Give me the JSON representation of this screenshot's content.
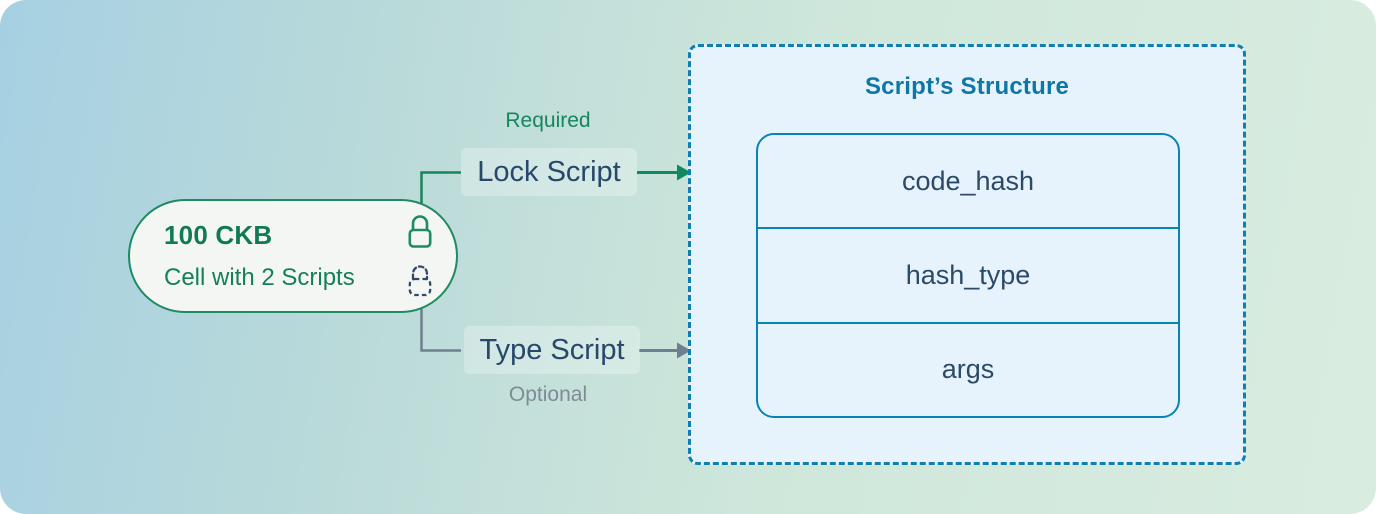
{
  "cell": {
    "amount": "100 CKB",
    "label": "Cell with 2 Scripts"
  },
  "connections": {
    "lock": {
      "label": "Lock Script",
      "annotation": "Required"
    },
    "type": {
      "label": "Type Script",
      "annotation": "Optional"
    }
  },
  "structure": {
    "title": "Script’s Structure",
    "fields": [
      "code_hash",
      "hash_type",
      "args"
    ]
  },
  "icons": {
    "lock_solid": "lock-solid-icon",
    "lock_dashed": "lock-dashed-icon"
  },
  "colors": {
    "accent_green": "#0e8a5e",
    "navy_text": "#27486b",
    "blue_title": "#0e77a6",
    "gray_connector": "#6e8090",
    "box_fill": "#e6f3fc",
    "box_border": "#0884b2",
    "pill_fill": "#f4f6f4",
    "pill_border": "#1e8b60",
    "bg_gradient_start": "#a6d0e2",
    "bg_gradient_end": "#d9ece0"
  }
}
